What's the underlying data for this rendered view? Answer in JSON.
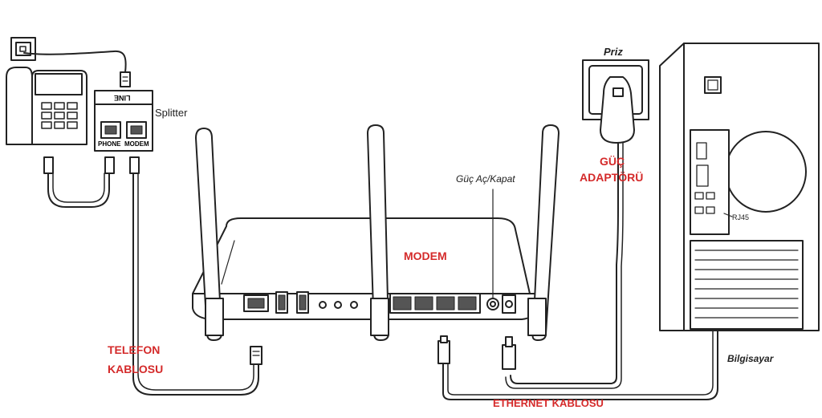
{
  "labels": {
    "splitter": "Splitter",
    "splitter_line": "LINE",
    "splitter_phone": "PHONE",
    "splitter_modem": "MODEM",
    "priz": "Priz",
    "guc_adaptor_1": "GÜÇ",
    "guc_adaptor_2": "ADAPTÖRÜ",
    "guc_ac_kapat": "Güç Aç/Kapat",
    "modem": "MODEM",
    "rj45": "RJ45",
    "telefon_1": "TELEFON",
    "telefon_2": "KABLOSU",
    "bilgisayar": "Bilgisayar",
    "ethernet": "ETHERNET KABLOSU"
  },
  "colors": {
    "accent_label": "#d42a2a",
    "line": "#222222",
    "device_fill": "#ffffff",
    "port_fill": "#555555"
  },
  "icons": {
    "wall_socket": "wall-phone-socket-icon",
    "telephone": "telephone-icon",
    "splitter": "splitter-icon",
    "router": "router-icon",
    "power_outlet": "power-outlet-icon",
    "power_adapter": "power-adapter-icon",
    "computer_tower": "computer-tower-icon"
  }
}
